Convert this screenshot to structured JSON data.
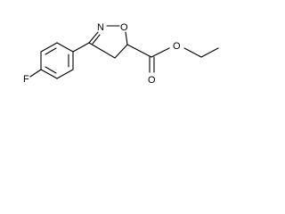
{
  "molecule": {
    "atoms": {
      "fluorine": "F",
      "ring_nitrogen": "N",
      "ring_oxygen": "O",
      "carbonyl_oxygen": "O",
      "ester_oxygen": "O"
    }
  }
}
